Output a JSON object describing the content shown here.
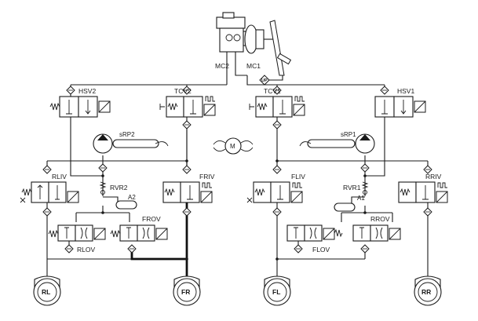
{
  "diagram": {
    "master": {
      "mc1": "MC1",
      "mc2": "MC2",
      "pedal_switch": "UP"
    },
    "valves": {
      "hsv2": "HSV2",
      "tcv2": "TCV2",
      "tcv1": "TCV1",
      "hsv1": "HSV1",
      "rliv": "RLIV",
      "friv": "FRIV",
      "fliv": "FLIV",
      "rriv": "RRIV",
      "frov": "FROV",
      "rrov": "RROV",
      "rlov": "RLOV",
      "flov": "FLOV",
      "rvr2": "RVR2",
      "rvr1": "RVR1"
    },
    "pumps": {
      "srp2": "sRP2",
      "srp1": "sRP1",
      "motor": "M"
    },
    "accumulators": {
      "a2": "A2",
      "a1": "A1"
    },
    "wheels": {
      "rl": "RL",
      "fr": "FR",
      "fl": "FL",
      "rr": "RR"
    }
  }
}
